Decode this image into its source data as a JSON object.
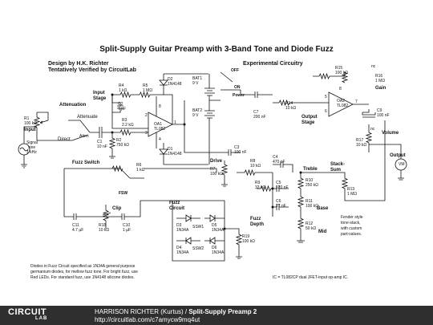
{
  "title": "Split-Supply Guitar Preamp with 3-Band Tone and Diode Fuzz",
  "designer": "Design by H.K. Richter",
  "verified": "Tentatively Verified by CircuitLab",
  "experimental": "Experimental Circuitry",
  "notes": {
    "diodes_line1": "Diodes in Fuzz Circuit specified as 1N34A general purpose",
    "diodes_line2": "germanium diodes, for mellow fuzz tone. For bright fuzz, use",
    "diodes_line3": "Red LEDs. For standard fuzz, use 1N4148 silicone diodes.",
    "ic": "IC = TL082CP dual JFET-input op-amp IC.",
    "fender_line1": "Fender style",
    "fender_line2": "tone-stack,",
    "fender_line3": "with custom",
    "fender_line4": "part-values."
  },
  "labels": {
    "input": "Input",
    "signal1": "Signal",
    "signal2": "sine",
    "signal3": "1 kHz",
    "attenuation": "Attenuation",
    "attenuate": "Attenuate",
    "direct": "Direct",
    "atten_sw": "Atten",
    "input_stage1": "Input",
    "input_stage2": "Stage",
    "output_stage1": "Output",
    "output_stage2": "Stage",
    "drive": "Drive",
    "fuzz_switch": "Fuzz Switch",
    "fsw": "FSW",
    "clip": "Clip",
    "fuzz_circuit1": "Fuzz",
    "fuzz_circuit2": "Circuit",
    "fuzz_depth1": "Fuzz",
    "fuzz_depth2": "Depth",
    "treble": "Treble",
    "bass": "Base",
    "mid": "Mid",
    "stack1": "Stack-",
    "stack2": "Sum",
    "gain": "Gain",
    "volume": "Volume",
    "output": "Output",
    "vm": "VM",
    "off": "OFF",
    "on": "ON",
    "power": "Power",
    "nc1": "nc",
    "nc2": "nc",
    "ssw1": "SSW1",
    "ssw2": "SSW2"
  },
  "components": {
    "r1": [
      "R1",
      "100 kΩ"
    ],
    "c1": [
      "C1",
      "10 nF"
    ],
    "r2": [
      "R2",
      "750 kΩ"
    ],
    "r3": [
      "R3",
      "2.2 kΩ"
    ],
    "r4": [
      "R4",
      "1 kΩ"
    ],
    "r5": [
      "R5",
      "1 MΩ"
    ],
    "c2": [
      "C2",
      "7 pF"
    ],
    "oa1": [
      "OA1",
      "TL082"
    ],
    "d2": [
      "D2",
      "1N4148"
    ],
    "d1": [
      "D1",
      "1N4148"
    ],
    "bat1": [
      "BAT1",
      "9 V"
    ],
    "bat2": [
      "BAT2",
      "9 V"
    ],
    "c3": [
      "C3",
      "100 nF"
    ],
    "r7": [
      "R7",
      "100 kΩ"
    ],
    "r8": [
      "R8",
      "10 kΩ"
    ],
    "c4": [
      "C4",
      "470 pF"
    ],
    "r9": [
      "R9",
      "33 kΩ"
    ],
    "c5": [
      "C5",
      "120 nF"
    ],
    "c6": [
      "C6",
      "27 nF"
    ],
    "r10": [
      "R10",
      "250 kΩ"
    ],
    "r11": [
      "R11",
      "100 kΩ"
    ],
    "r12": [
      "R12",
      "50 kΩ"
    ],
    "r13": [
      "R13",
      "1 MΩ"
    ],
    "r6": [
      "R6",
      "1 kΩ"
    ],
    "c11": [
      "C11",
      "4.7 µF"
    ],
    "r18": [
      "R18",
      "10 kΩ"
    ],
    "c10": [
      "C10",
      "1 µF"
    ],
    "d3": [
      "D3",
      "1N34A"
    ],
    "d4": [
      "D4",
      "1N34A"
    ],
    "d5": [
      "D5",
      "1N34A"
    ],
    "d6": [
      "D6",
      "1N34A"
    ],
    "r19": [
      "R19",
      "100 kΩ"
    ],
    "c7": [
      "C7",
      "200 nF"
    ],
    "r14": [
      "R14",
      "10 kΩ"
    ],
    "r15": [
      "R15",
      "100 kΩ"
    ],
    "r16": [
      "R16",
      "1 MΩ"
    ],
    "oa2": [
      "OA2",
      "TL082"
    ],
    "c9": [
      "C9",
      "100 nF"
    ],
    "r17": [
      "R17",
      "10 kΩ"
    ]
  },
  "pins": [
    "8",
    "2",
    "3",
    "4",
    "1",
    "5",
    "6",
    "7",
    "8"
  ],
  "footer": {
    "logo_top": "CIRCUIT",
    "logo_bottom": "LAB",
    "author": "HARRISON RICHTER (Kurtus) / ",
    "project": "Split-Supply Preamp 2",
    "url": "http://circuitlab.com/c7amycw9mq4ut"
  }
}
